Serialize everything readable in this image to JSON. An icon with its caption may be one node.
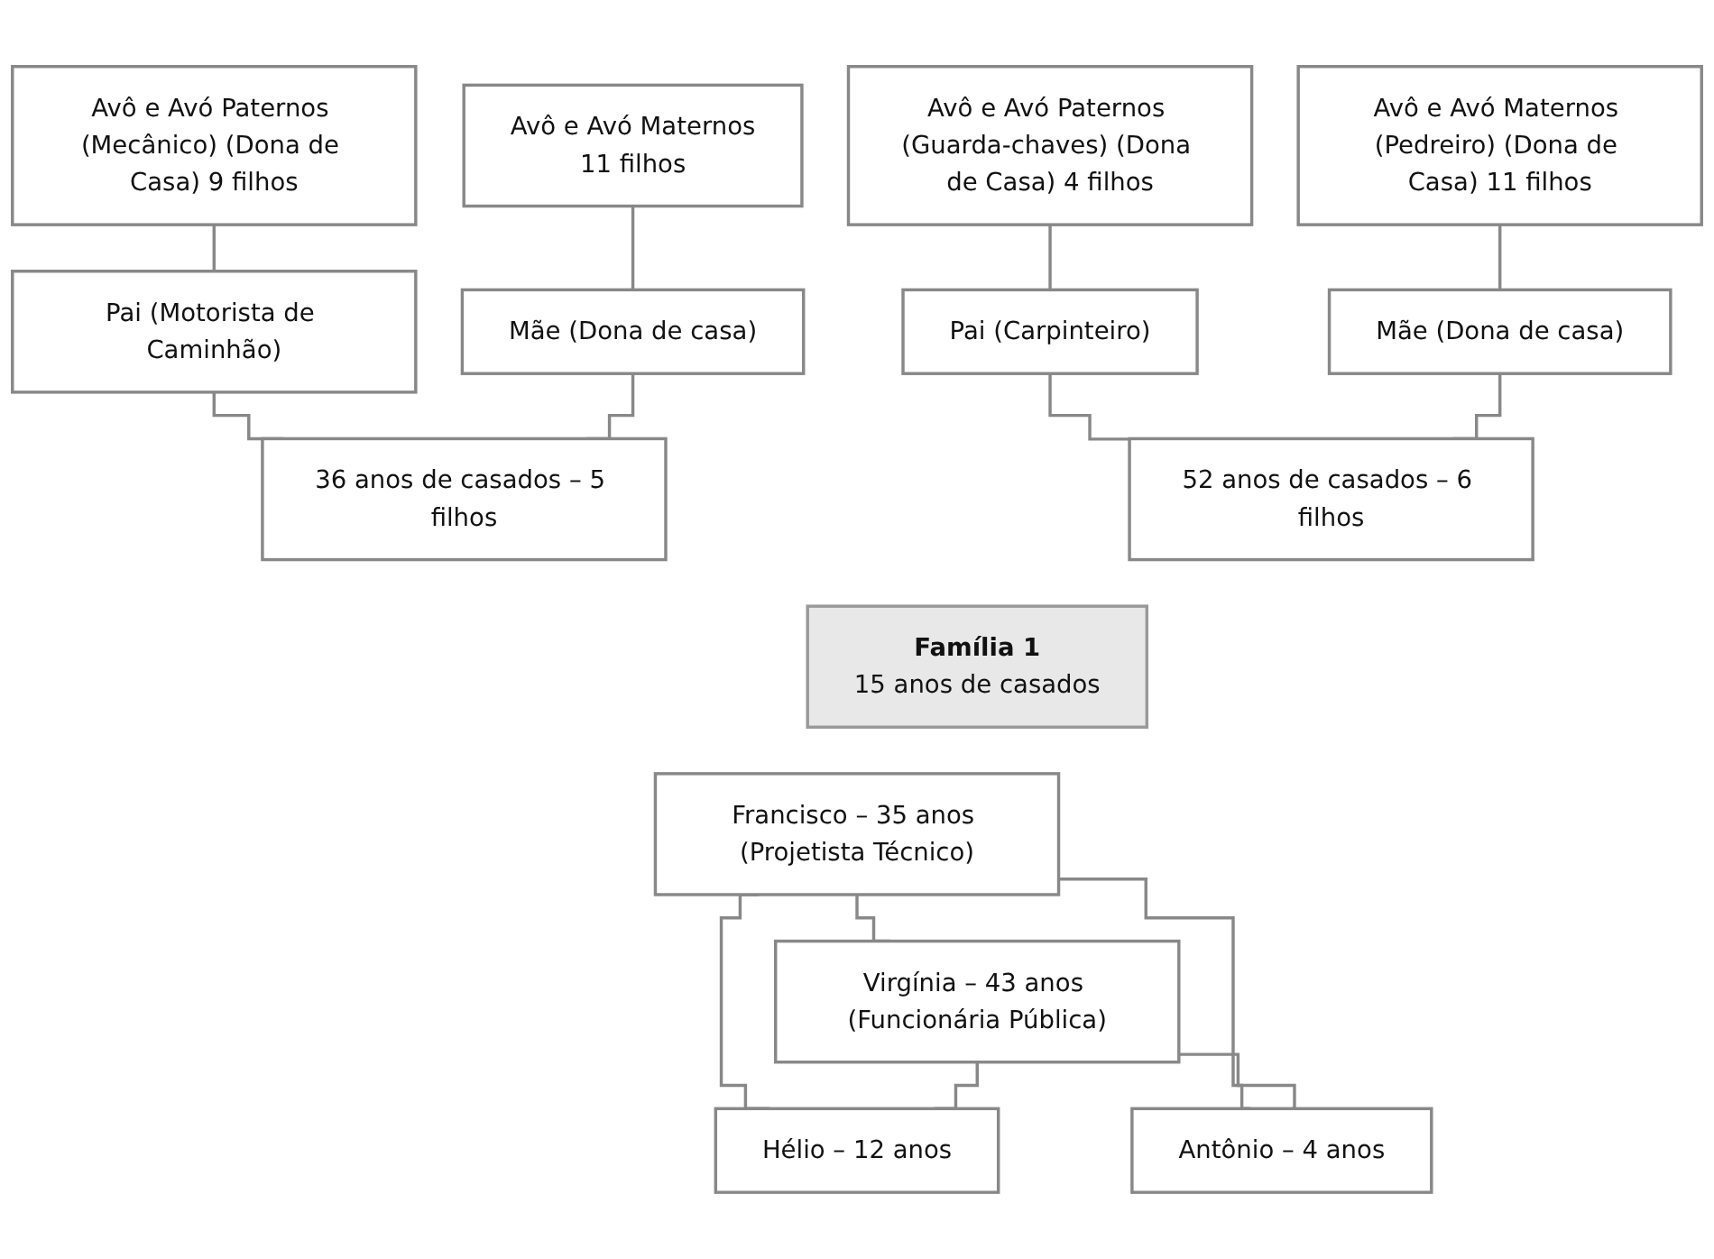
{
  "diagram": {
    "nodes": [
      {
        "text": [
          "Avô e Avó Paternos (Mecânico) (Dona de Casa) 9 filhos"
        ]
      },
      {
        "text": [
          "Avô e Avó Maternos",
          "11 filhos"
        ]
      },
      {
        "text": [
          "Avô e Avó Paternos (Guarda-chaves) (Dona de Casa) 4 filhos"
        ]
      },
      {
        "text": [
          "Avô e Avó Maternos (Pedreiro) (Dona de Casa) 11 filhos"
        ]
      },
      {
        "text": [
          "Pai (Motorista de Caminhão)"
        ]
      },
      {
        "text": [
          "Mãe (Dona de casa)"
        ]
      },
      {
        "text": [
          "Pai (Carpinteiro)"
        ]
      },
      {
        "text": [
          "Mãe (Dona de casa)"
        ]
      },
      {
        "text": [
          "36 anos de casados – 5 filhos"
        ]
      },
      {
        "text": [
          "52 anos de casados – 6 filhos"
        ]
      },
      {
        "text": [
          "Família 1",
          "15 anos de casados"
        ]
      },
      {
        "text": [
          "Francisco – 35 anos (Projetista Técnico)"
        ]
      },
      {
        "text": [
          "Virgínia – 43 anos (Funcionária Pública)"
        ]
      },
      {
        "text": [
          "Hélio – 12 anos"
        ]
      },
      {
        "text": [
          "Antônio – 4 anos"
        ]
      }
    ],
    "edges": [
      {
        "from": 0,
        "to": 4,
        "arrow": "none"
      },
      {
        "from": 1,
        "to": 5,
        "arrow": "none"
      },
      {
        "from": 2,
        "to": 6,
        "arrow": "none"
      },
      {
        "from": 3,
        "to": 7,
        "arrow": "none"
      },
      {
        "from": 4,
        "to": 8,
        "arrow": "none"
      },
      {
        "from": 5,
        "to": 8,
        "arrow": "none"
      },
      {
        "from": 6,
        "to": 9,
        "arrow": "none"
      },
      {
        "from": 7,
        "to": 9,
        "arrow": "none"
      },
      {
        "from": 11,
        "to": 12,
        "arrow": "none"
      },
      {
        "from": 11,
        "to": 13,
        "arrow": "none"
      },
      {
        "from": 11,
        "to": 14,
        "arrow": "none"
      },
      {
        "from": 12,
        "to": 13,
        "arrow": "none"
      },
      {
        "from": 12,
        "to": 14,
        "arrow": "none"
      }
    ]
  }
}
